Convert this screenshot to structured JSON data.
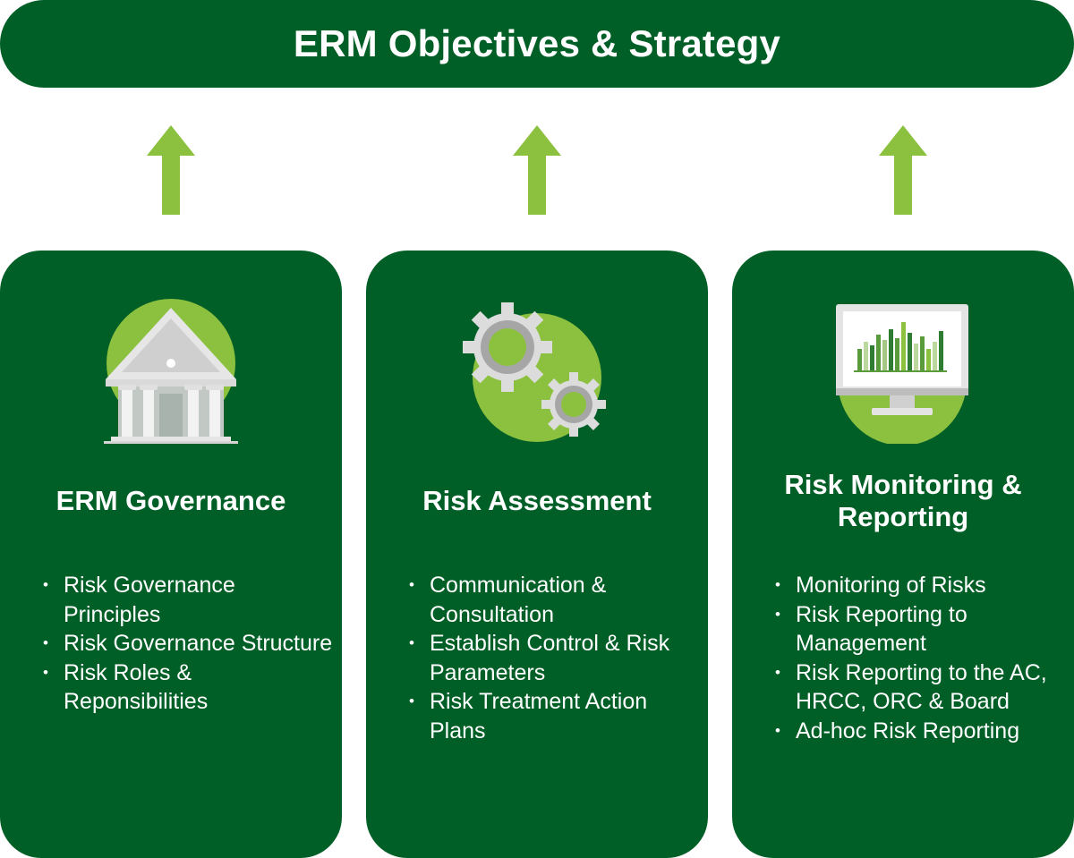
{
  "title": "ERM Objectives & Strategy",
  "colors": {
    "dark_green": "#005f26",
    "light_green": "#8cc13f",
    "white": "#ffffff"
  },
  "arrow_icon": "up-arrow-icon",
  "cards": [
    {
      "title": "ERM Governance",
      "icon": "bank-building-icon",
      "items": [
        "Risk Governance Principles",
        "Risk Governance Structure",
        "Risk Roles & Reponsibilities"
      ]
    },
    {
      "title": "Risk Assessment",
      "icon": "gears-icon",
      "items": [
        "Communication & Consultation",
        "Establish Control & Risk Parameters",
        "Risk Treatment Action Plans"
      ]
    },
    {
      "title": "Risk Monitoring & Reporting",
      "icon": "monitor-chart-icon",
      "items": [
        "Monitoring of Risks",
        "Risk Reporting to Management",
        "Risk Reporting to the AC, HRCC, ORC & Board",
        "Ad-hoc Risk Reporting"
      ]
    }
  ]
}
